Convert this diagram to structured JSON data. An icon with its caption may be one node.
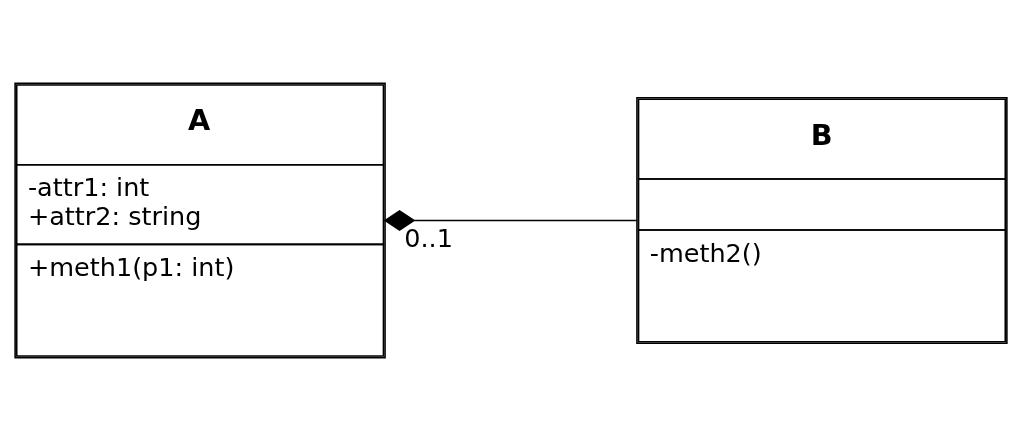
{
  "diagram": {
    "nodes": [
      {
        "text": [
          "A",
          "-attr1: int +attr2: string",
          "+meth1(p1: int)"
        ]
      },
      {
        "text": [
          "B",
          "-meth2()"
        ]
      }
    ],
    "edges": [
      {
        "from": 0,
        "to": 1,
        "arrow": "other",
        "label": "0..1"
      }
    ]
  }
}
